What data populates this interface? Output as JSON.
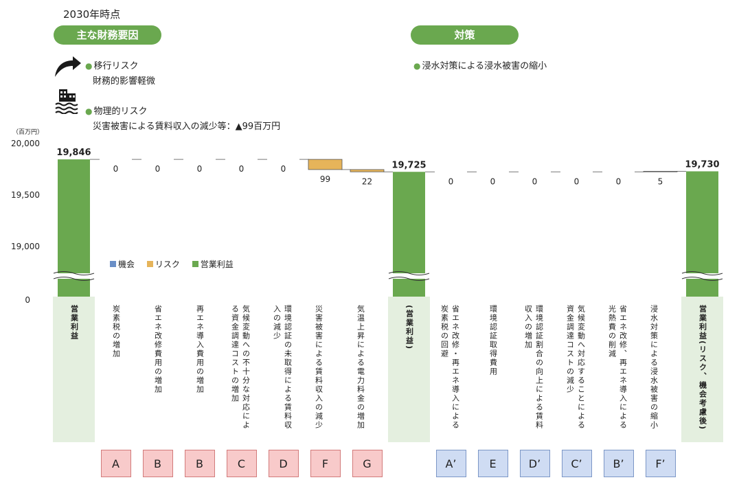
{
  "header": {
    "year_label": "2030年時点",
    "left_pill": "主な財務要因",
    "right_pill": "対策",
    "transition_risk_title": "移行リスク",
    "transition_risk_desc": "財務的影響軽微",
    "physical_risk_title": "物理的リスク",
    "physical_risk_desc": "災害被害による賃料収入の減少等：▲99百万円",
    "countermeasure": "浸水対策による浸水被害の縮小",
    "transition_icon": "curved-arrow-icon",
    "physical_icon": "flooded-building-icon"
  },
  "colors": {
    "opportunity": "#6a8fc7",
    "risk": "#e6b45a",
    "profit": "#6aa84f",
    "label_bg": "#e4efdf",
    "risk_box": "#f8caca",
    "opp_box": "#cfdcf3"
  },
  "chart_data": {
    "type": "bar",
    "subtype": "waterfall",
    "unit_label": "（百万円）",
    "ylim": [
      19000,
      20000
    ],
    "yticks": [
      "20,000",
      "19,500",
      "19,000",
      "0"
    ],
    "axis_break": true,
    "legend": [
      {
        "name": "機会",
        "color": "#6a8fc7"
      },
      {
        "name": "リスク",
        "color": "#e6b45a"
      },
      {
        "name": "営業利益",
        "color": "#6aa84f"
      }
    ],
    "items": [
      {
        "kind": "total",
        "value": 19846,
        "value_label": "19,846",
        "label": "営業利益",
        "code": ""
      },
      {
        "kind": "risk",
        "value": 0,
        "value_label": "0",
        "label": "炭素税の増加",
        "code": "A"
      },
      {
        "kind": "risk",
        "value": 0,
        "value_label": "0",
        "label": "省エネ改修費用の増加",
        "code": "B"
      },
      {
        "kind": "risk",
        "value": 0,
        "value_label": "0",
        "label": "再エネ導入費用の増加",
        "code": "B"
      },
      {
        "kind": "risk",
        "value": 0,
        "value_label": "0",
        "label": "気候変動への不十分な対応による資金調達コストの増加",
        "code": "C"
      },
      {
        "kind": "risk",
        "value": 0,
        "value_label": "0",
        "label": "環境認証の未取得による賃料収入の減少",
        "code": "D"
      },
      {
        "kind": "risk",
        "value": 99,
        "value_label": "99",
        "label": "災害被害による賃料収入の減少",
        "code": "F"
      },
      {
        "kind": "risk",
        "value": 22,
        "value_label": "22",
        "label": "気温上昇による電力料金の増加",
        "code": "G"
      },
      {
        "kind": "total",
        "value": 19725,
        "value_label": "19,725",
        "label": "(営業利益)",
        "code": ""
      },
      {
        "kind": "opportunity",
        "value": 0,
        "value_label": "0",
        "label": "省エネ改修・再エネ導入による炭素税の回避",
        "code": "A’"
      },
      {
        "kind": "opportunity",
        "value": 0,
        "value_label": "0",
        "label": "環境認証取得費用",
        "code": "E"
      },
      {
        "kind": "opportunity",
        "value": 0,
        "value_label": "0",
        "label": "環境認証割合の向上による賃料収入の増加",
        "code": "D’"
      },
      {
        "kind": "opportunity",
        "value": 0,
        "value_label": "0",
        "label": "気候変動へ対応することによる資金調達コストの減少",
        "code": "C’"
      },
      {
        "kind": "opportunity",
        "value": 0,
        "value_label": "0",
        "label": "省エネ改修、再エネ導入による光熱費の削減",
        "code": "B’"
      },
      {
        "kind": "opportunity",
        "value": 5,
        "value_label": "5",
        "label": "浸水対策による浸水被害の縮小",
        "code": "F’"
      },
      {
        "kind": "total",
        "value": 19730,
        "value_label": "19,730",
        "label": "営業利益(リスク、機会考慮後)",
        "code": ""
      }
    ]
  }
}
